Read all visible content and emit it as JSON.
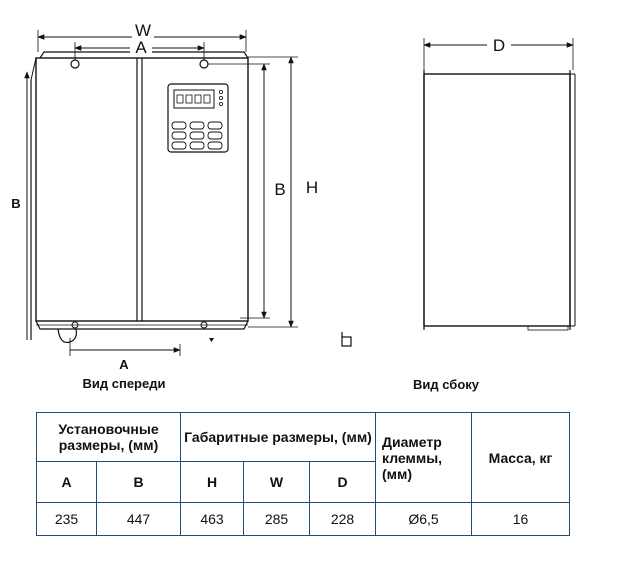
{
  "dimension_labels": {
    "W": "W",
    "A": "A",
    "B": "B",
    "H": "H",
    "D": "D"
  },
  "captions": {
    "front": "Вид спереди",
    "side": "Вид сбоку"
  },
  "table": {
    "group_headers": {
      "mounting": "Установочные размеры, (мм)",
      "overall": "Габаритные размеры, (мм)",
      "terminal": "Диаметр клеммы, (мм)",
      "mass": "Масса, кг"
    },
    "sub_headers": {
      "A": "A",
      "B": "B",
      "H": "H",
      "W": "W",
      "D": "D"
    },
    "row": {
      "A": "235",
      "B": "447",
      "H": "463",
      "W": "285",
      "D": "228",
      "terminal": "Ø6,5",
      "mass": "16"
    }
  }
}
